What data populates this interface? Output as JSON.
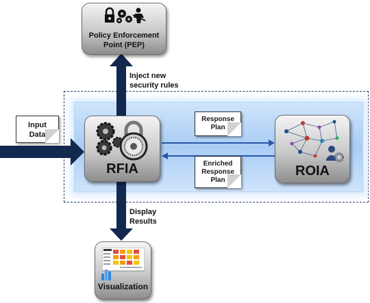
{
  "pep": {
    "title_lines": [
      "Policy Enforcement",
      "Point  (PEP)"
    ]
  },
  "rfia": {
    "label": "RFIA"
  },
  "roia": {
    "label": "ROIA"
  },
  "visualization": {
    "label": "Visualization"
  },
  "input_note": {
    "lines": [
      "Input",
      "Data"
    ]
  },
  "response_plan_note": {
    "lines": [
      "Response",
      "Plan"
    ]
  },
  "enriched_note": {
    "lines": [
      "Enriched",
      "Response",
      "Plan"
    ]
  },
  "inject_caption": {
    "lines": [
      "Inject new",
      "security rules"
    ]
  },
  "display_caption": {
    "lines": [
      "Display",
      "Results"
    ]
  },
  "colors": {
    "arrow_navy": "#13284f",
    "arrow_blue": "#2a55a8",
    "panel_blue": "#a9cdf5",
    "dashed_border": "#1f3864"
  },
  "icons": [
    "padlock-icon",
    "gears-icon",
    "person-icon",
    "combination-lock-icon",
    "network-graph-icon",
    "user-gear-icon",
    "report-table-icon",
    "bar-chart-icon"
  ]
}
